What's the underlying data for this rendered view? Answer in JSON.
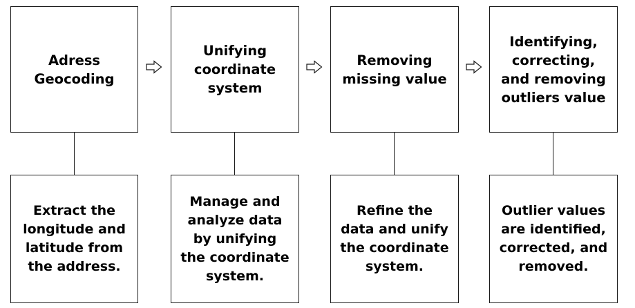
{
  "steps": [
    {
      "title": "Adress\nGeocoding",
      "description": "Extract the\nlongitude and\nlatitude from\nthe address."
    },
    {
      "title": "Unifying\ncoordinate\nsystem",
      "description": "Manage and\nanalyze data\nby unifying\nthe coordinate\nsystem."
    },
    {
      "title": "Removing\nmissing value",
      "description": "Refine the\ndata and unify\nthe coordinate\nsystem."
    },
    {
      "title": "Identifying,\ncorrecting,\nand removing\noutliers value",
      "description": "Outlier values\nare identified,\ncorrected, and\nremoved."
    }
  ],
  "icons": {
    "arrow": "hollow-right-arrow-icon"
  },
  "colors": {
    "border": "#1a1a1a",
    "text": "#000000",
    "background": "#ffffff"
  }
}
